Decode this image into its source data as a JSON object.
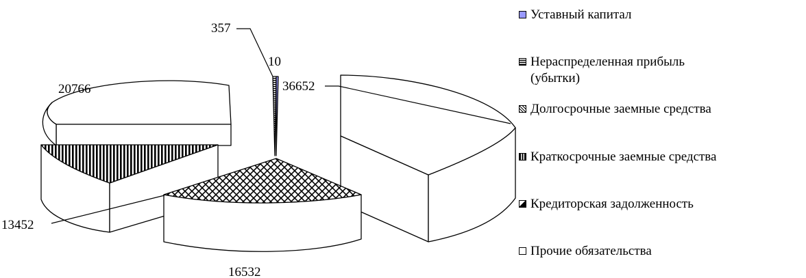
{
  "chart_data": {
    "type": "pie",
    "title": "",
    "slices": [
      {
        "label": "Уставный капитал",
        "value": 10,
        "color": "#9999ff",
        "pattern": "solid"
      },
      {
        "label": "Нераспределенная прибыль (убытки)",
        "value": 357,
        "color": "#ffffff",
        "pattern": "horizontal-lines"
      },
      {
        "label": "Долгосрочные заемные средства",
        "value": 16532,
        "color": "#ffffff",
        "pattern": "crosshatch"
      },
      {
        "label": "Краткосрочные заемные средства",
        "value": 13452,
        "color": "#ffffff",
        "pattern": "vertical-lines"
      },
      {
        "label": "Кредиторская задолженность",
        "value": 20766,
        "color": "#ffffff",
        "pattern": "diagonal"
      },
      {
        "label": "Прочие обязательства",
        "value": 36652,
        "color": "#ffffff",
        "pattern": "none"
      }
    ],
    "data_labels": [
      "357",
      "10",
      "36652",
      "20766",
      "13452",
      "16532"
    ],
    "legend": "right",
    "style": "3d-exploded"
  },
  "legend": {
    "items": [
      {
        "icon": "square-icon",
        "text": "Уставный капитал"
      },
      {
        "icon": "horizontal-lines-icon",
        "text": "Нераспределенная прибыль"
      },
      {
        "icon": "",
        "text": "(убытки)"
      },
      {
        "icon": "crosshatch-icon",
        "text": "Долгосрочные заемные средства"
      },
      {
        "icon": "vertical-lines-icon",
        "text": "Краткосрочные заемные средства"
      },
      {
        "icon": "diagonal-icon",
        "text": "Кредиторская задолженность"
      },
      {
        "icon": "empty-square-icon",
        "text": "Прочие обязательства"
      }
    ]
  }
}
